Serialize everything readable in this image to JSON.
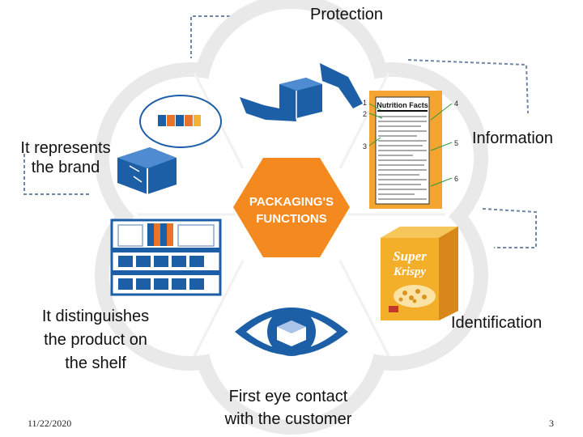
{
  "diagram": {
    "center_label_line1": "PACKAGING'S",
    "center_label_line2": "FUNCTIONS",
    "functions": {
      "protection": "Protection",
      "information": "Information",
      "identification": "Identification",
      "first_contact_line1": "First eye contact",
      "first_contact_line2": "with the customer",
      "distinguishes_line1": "It distinguishes",
      "distinguishes_line2": "the product on",
      "distinguishes_line3": "the shelf",
      "represents_line1": "It represents",
      "represents_line2": "the brand"
    },
    "nutrition_title": "Nutrition Facts",
    "nutrition_callouts": [
      "1",
      "2",
      "3",
      "4",
      "5",
      "6"
    ],
    "cereal_brand_line1": "Super",
    "cereal_brand_line2": "Krispy"
  },
  "footer": {
    "date": "11/22/2020",
    "page_number": "3"
  },
  "colors": {
    "accent_orange": "#f4891f",
    "icon_blue": "#1d5fa6",
    "ring_gray": "#e9e9e9",
    "dashed_line": "#6f86a6"
  }
}
